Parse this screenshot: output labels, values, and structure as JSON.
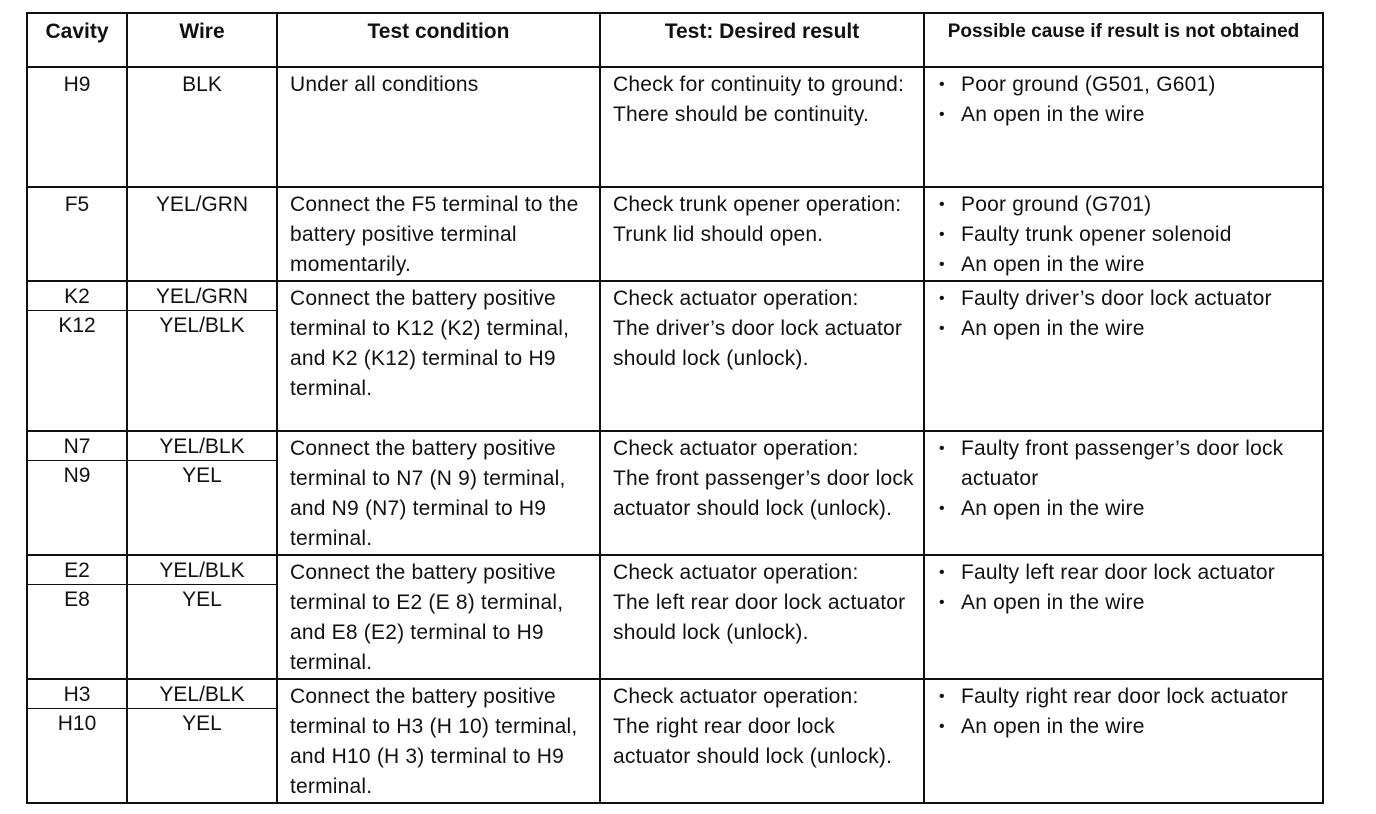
{
  "headers": {
    "cavity": "Cavity",
    "wire": "Wire",
    "test_condition": "Test condition",
    "desired_result": "Test: Desired result",
    "possible_cause": "Possible cause if result is not obtained"
  },
  "rows": [
    {
      "cavity": [
        "H9"
      ],
      "wire": [
        "BLK"
      ],
      "condition": "Under all conditions",
      "result": "Check for continuity to ground:\nThere should be continuity.",
      "causes": [
        "Poor ground (G501, G601)",
        "An open in the wire"
      ]
    },
    {
      "cavity": [
        "F5"
      ],
      "wire": [
        "YEL/GRN"
      ],
      "condition": "Connect the F5 terminal to the battery positive terminal momentarily.",
      "result": "Check trunk opener operation:\nTrunk lid should open.",
      "causes": [
        "Poor ground (G701)",
        "Faulty trunk opener solenoid",
        "An open in the wire"
      ]
    },
    {
      "cavity": [
        "K2",
        "K12"
      ],
      "wire": [
        "YEL/GRN",
        "YEL/BLK"
      ],
      "condition": "Connect the battery positive terminal to K12 (K2) terminal, and K2 (K12) terminal to H9 terminal.",
      "result": "Check actuator operation:\nThe driver’s door lock actuator should lock (unlock).",
      "causes": [
        "Faulty driver’s door lock actuator",
        "An open in the wire"
      ]
    },
    {
      "cavity": [
        "N7",
        "N9"
      ],
      "wire": [
        "YEL/BLK",
        "YEL"
      ],
      "condition": "Connect the battery positive terminal to N7 (N 9) terminal, and N9 (N7) terminal to H9 terminal.",
      "result": "Check actuator operation:\nThe front passenger’s door lock actuator should lock (unlock).",
      "causes": [
        "Faulty front passenger’s door lock actuator",
        "An open in the wire"
      ]
    },
    {
      "cavity": [
        "E2",
        "E8"
      ],
      "wire": [
        "YEL/BLK",
        "YEL"
      ],
      "condition": "Connect the battery positive terminal to E2 (E 8) terminal, and E8 (E2) terminal to H9 terminal.",
      "result": "Check actuator operation:\nThe left rear door lock actuator should lock (unlock).",
      "causes": [
        "Faulty left rear door lock actuator",
        "An open in the wire"
      ]
    },
    {
      "cavity": [
        "H3",
        "H10"
      ],
      "wire": [
        "YEL/BLK",
        "YEL"
      ],
      "condition": "Connect the battery positive terminal to H3 (H 10) terminal, and H10 (H 3) terminal to H9 terminal.",
      "result": "Check actuator operation:\nThe right rear door lock actuator should lock (unlock).",
      "causes": [
        "Faulty right rear door lock actuator",
        "An open in the wire"
      ]
    }
  ]
}
